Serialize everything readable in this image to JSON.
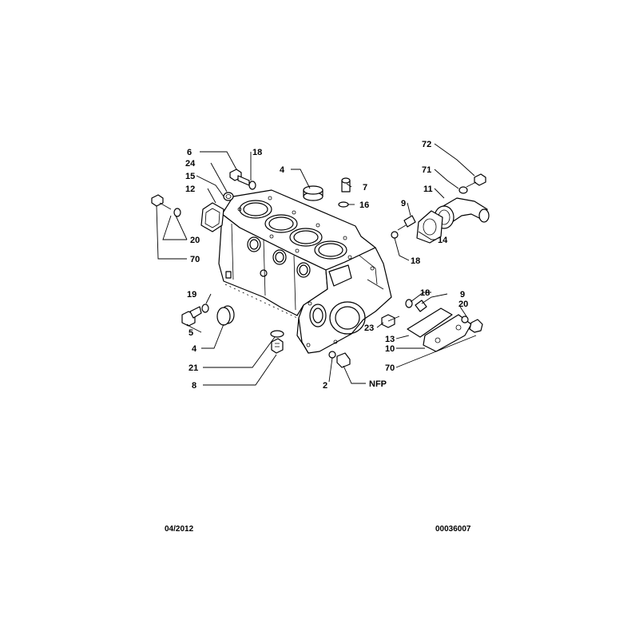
{
  "callouts": {
    "c6": "6",
    "c18a": "18",
    "c24": "24",
    "c15": "15",
    "c12": "12",
    "c4a": "4",
    "c7": "7",
    "c16": "16",
    "c72": "72",
    "c71": "71",
    "c11": "11",
    "c9a": "9",
    "c18b": "18",
    "c14": "14",
    "c20a": "20",
    "c70a": "70",
    "c19": "19",
    "c5": "5",
    "c4b": "4",
    "c21": "21",
    "c8": "8",
    "c2": "2",
    "cnfp": "NFP",
    "c23": "23",
    "c18c": "18",
    "c9b": "9",
    "c20b": "20",
    "c13": "13",
    "c10": "10",
    "c70b": "70"
  },
  "footer": {
    "date": "04/2012",
    "reference": "00036007"
  }
}
